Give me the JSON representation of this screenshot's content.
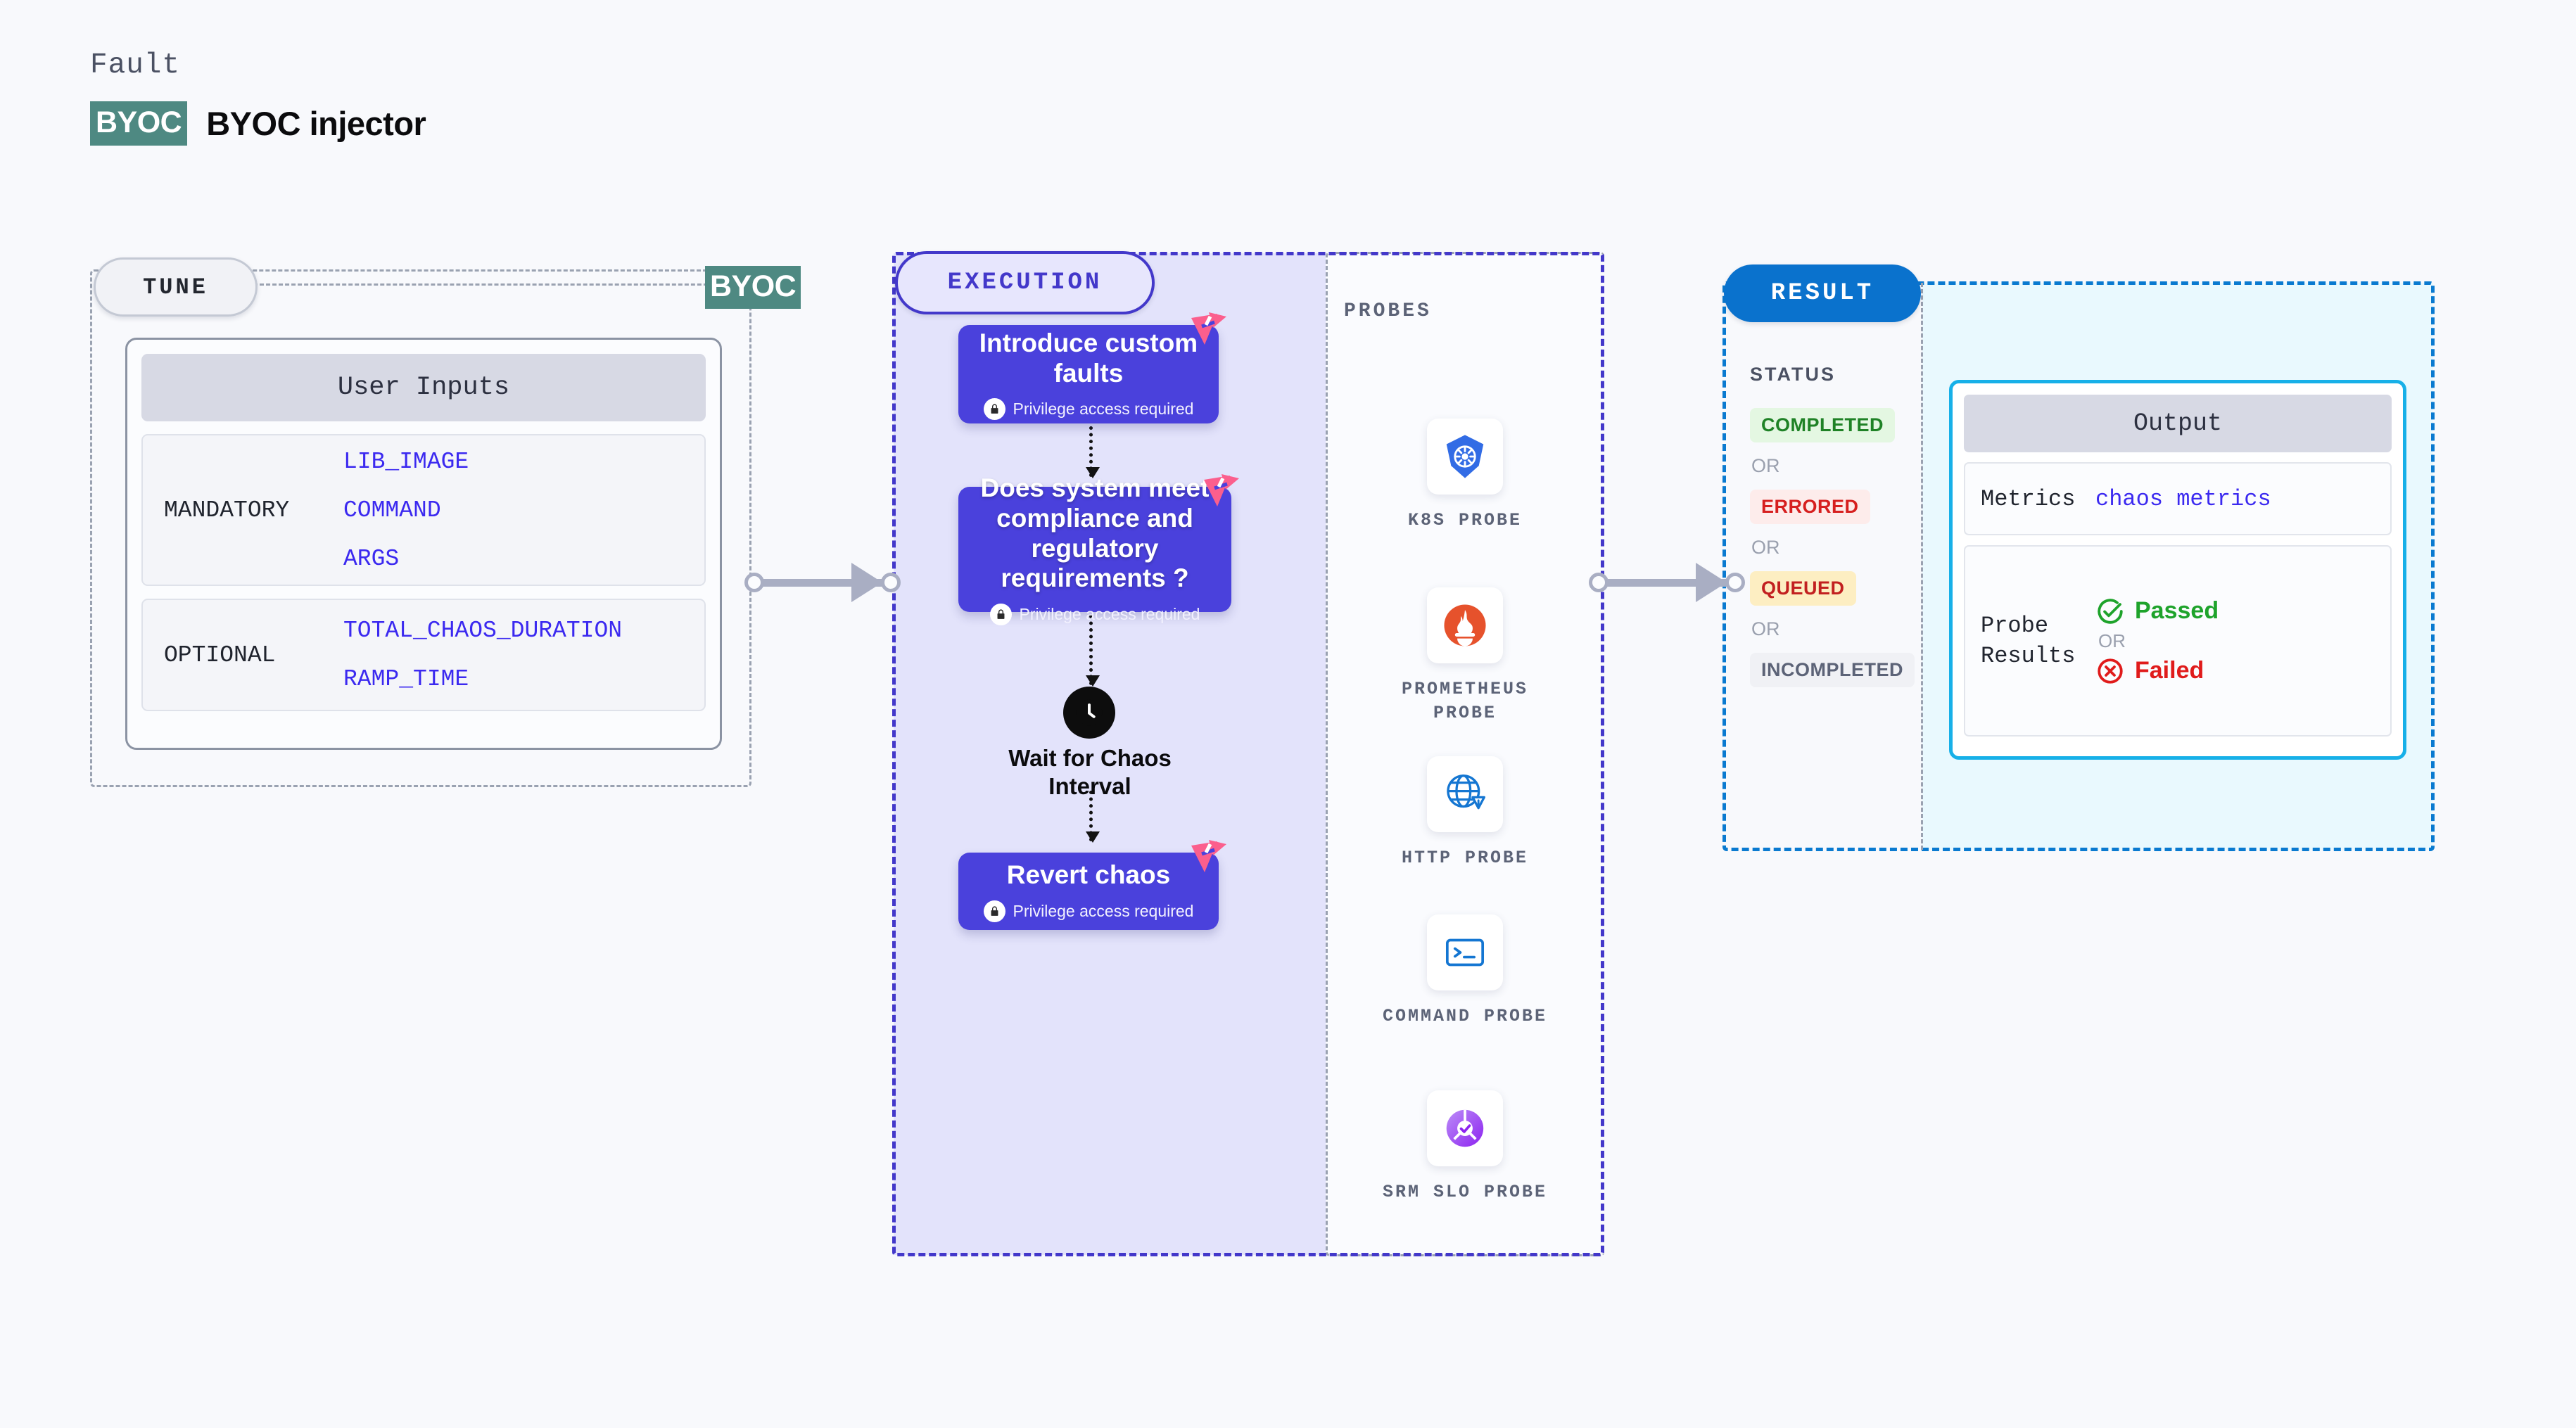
{
  "header": {
    "kicker": "Fault",
    "badge": "BYOC",
    "title": "BYOC injector"
  },
  "tune": {
    "pill": "TUNE",
    "byoc_tag": "BYOC",
    "card_header": "User Inputs",
    "groups": [
      {
        "label": "MANDATORY",
        "values": [
          "LIB_IMAGE",
          "COMMAND",
          "ARGS"
        ]
      },
      {
        "label": "OPTIONAL",
        "values": [
          "TOTAL_CHAOS_DURATION",
          "RAMP_TIME"
        ]
      }
    ]
  },
  "execution": {
    "pill": "EXECUTION",
    "privilege_note": "Privilege access required",
    "nodes": [
      {
        "title": "Introduce custom faults",
        "privileged": true
      },
      {
        "title": "Does system meet compliance and regulatory requirements ?",
        "privileged": true
      },
      {
        "title": "Revert chaos",
        "privileged": true
      }
    ],
    "wait_node": {
      "icon": "clock-icon",
      "label": "Wait for Chaos Interval"
    }
  },
  "probes": {
    "label": "PROBES",
    "items": [
      {
        "name": "K8S PROBE",
        "icon": "kubernetes-icon"
      },
      {
        "name": "PROMETHEUS PROBE",
        "icon": "prometheus-icon"
      },
      {
        "name": "HTTP PROBE",
        "icon": "http-globe-icon"
      },
      {
        "name": "COMMAND PROBE",
        "icon": "terminal-icon"
      },
      {
        "name": "SRM SLO PROBE",
        "icon": "srm-slo-icon"
      }
    ]
  },
  "result": {
    "pill": "RESULT",
    "status_label": "STATUS",
    "or_text": "OR",
    "statuses": [
      {
        "text": "COMPLETED",
        "bg": "#e4f7e2",
        "fg": "#1f8226"
      },
      {
        "text": "ERRORED",
        "bg": "#fdeceb",
        "fg": "#d61f1f"
      },
      {
        "text": "QUEUED",
        "bg": "#fdeec2",
        "fg": "#c22020"
      },
      {
        "text": "INCOMPLETED",
        "bg": "#f0f1f5",
        "fg": "#5c6377"
      }
    ],
    "output": {
      "header": "Output",
      "metrics_label": "Metrics",
      "metrics_value": "chaos metrics",
      "probe_results_label": "Probe Results",
      "passed": "Passed",
      "failed": "Failed",
      "or_text": "OR"
    }
  },
  "colors": {
    "page_bg": "#f8f9fc",
    "byoc_teal": "#4e8982",
    "execution_accent": "#4338ca",
    "execution_node": "#4a41dc",
    "result_accent": "#0a72cd",
    "output_accent": "#17b0e8",
    "harness_pink": "#fb5f8d"
  }
}
